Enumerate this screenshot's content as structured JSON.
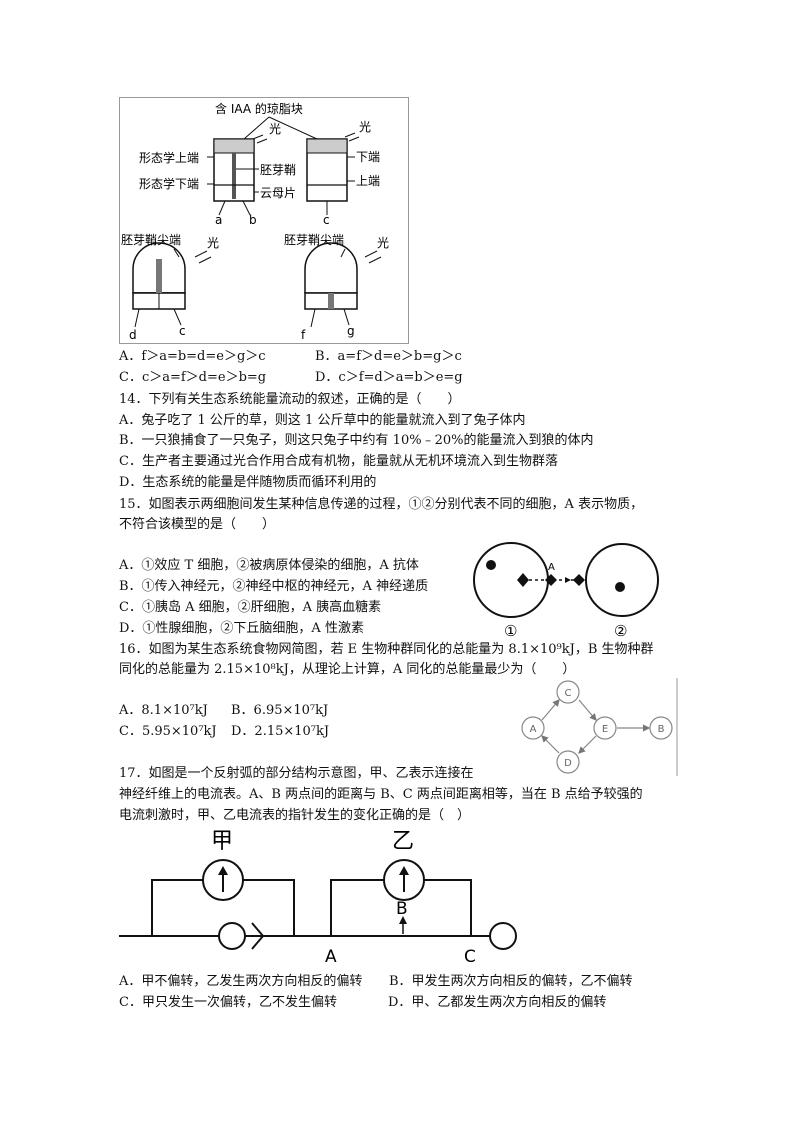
{
  "fig13": {
    "top_title": "含 IAA 的琼脂块",
    "light": "光",
    "morph_top": "形态学上端",
    "morph_bottom": "形态学下端",
    "coleoptile": "胚芽鞘",
    "mica": "云母片",
    "lower_end": "下端",
    "upper_end": "上端",
    "label_a": "a",
    "label_b": "b",
    "label_c": "c",
    "tip_left": "胚芽鞘尖端",
    "tip_right": "胚芽鞘尖端",
    "label_d": "d",
    "label_c2": "c",
    "label_f": "f",
    "label_g": "g"
  },
  "q13": {
    "optA": "A．f＞a=b=d=e＞g＞c",
    "optB": "B．a=f＞d=e＞b=g＞c",
    "optC": "C．c＞a=f＞d=e＞b=g",
    "optD": "D．c＞f=d＞a=b＞e=g"
  },
  "q14": {
    "stem": "14．下列有关生态系统能量流动的叙述，正确的是（　　）",
    "optA": "A．兔子吃了 1 公斤的草，则这 1 公斤草中的能量就流入到了兔子体内",
    "optB": "B．一只狼捕食了一只兔子，则这只兔子中约有 10%﹣20%的能量流入到狼的体内",
    "optC": "C．生产者主要通过光合作用合成有机物，能量就从无机环境流入到生物群落",
    "optD": "D．生态系统的能量是伴随物质而循环利用的"
  },
  "q15": {
    "stem1": "15．如图表示两细胞间发生某种信息传递的过程，①②分别代表不同的细胞，A 表示物质，",
    "stem2": "不符合该模型的是（　　）",
    "optA": "A．①效应 T 细胞，②被病原体侵染的细胞，A 抗体",
    "optB": "B．①传入神经元，②神经中枢的神经元，A 神经递质",
    "optC": "C．①胰岛 A 细胞，②肝细胞，A 胰高血糖素",
    "optD": "D．①性腺细胞，②下丘脑细胞，A 性激素",
    "fig_label_A": "A",
    "fig_cell1": "①",
    "fig_cell2": "②"
  },
  "q16": {
    "stem1": "16．如图为某生态系统食物网简图，若 E 生物种群同化的总能量为 8.1×10⁹kJ，B 生物种群",
    "stem2": "同化的总能量为 2.15×10⁸kJ，从理论上计算，A 同化的总能量最少为（　　）",
    "optA": "A．8.1×10⁷kJ",
    "optB": "B．6.95×10⁷kJ",
    "optC": "C．5.95×10⁷kJ",
    "optD": "D．2.15×10⁷kJ",
    "node_A": "A",
    "node_B": "B",
    "node_C": "C",
    "node_D": "D",
    "node_E": "E"
  },
  "q17": {
    "stem1": "17．如图是一个反射弧的部分结构示意图，甲、乙表示连接在",
    "stem2": "神经纤维上的电流表。A、B 两点间的距离与 B、C 两点间距离相等，当在 B 点给予较强的",
    "stem3": "电流刺激时，甲、乙电流表的指针发生的变化正确的是（　）",
    "meter1": "甲",
    "meter2": "乙",
    "point_A": "A",
    "point_B": "B",
    "point_C": "C",
    "optA": "A．甲不偏转，乙发生两次方向相反的偏转",
    "optB": "B．甲发生两次方向相反的偏转，乙不偏转",
    "optC": "C．甲只发生一次偏转，乙不发生偏转",
    "optD": "D．甲、乙都发生两次方向相反的偏转"
  }
}
